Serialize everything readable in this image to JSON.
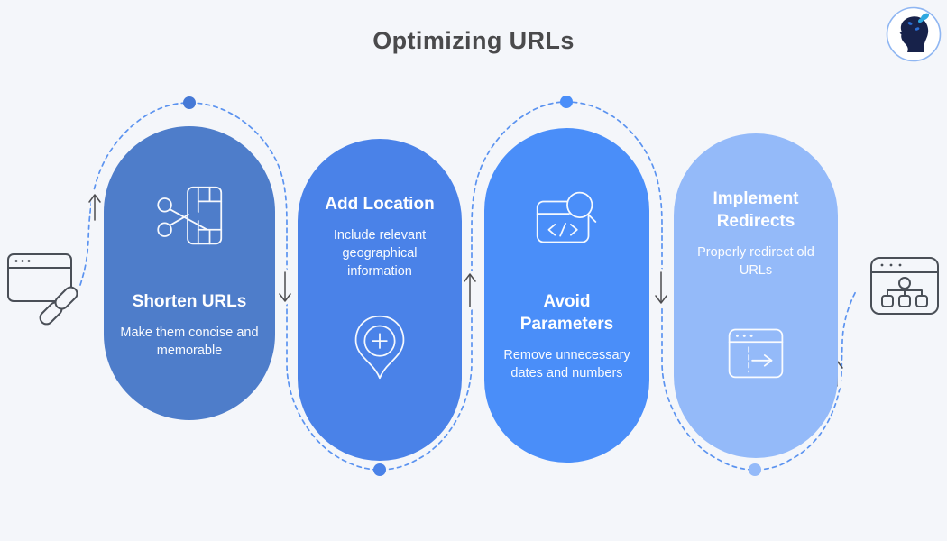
{
  "title": "Optimizing URLs",
  "background_color": "#f4f6fa",
  "connector": {
    "line_color": "#5b93f0",
    "arrow_color": "#4d4d50",
    "dot_colors": [
      "#4679d6",
      "#4a82e8",
      "#4a8ef9",
      "#94baf9"
    ]
  },
  "steps": [
    {
      "title": "Shorten URLs",
      "description": "Make them concise and memorable",
      "color": "#4e7dca",
      "icon": "scissors-ticket-icon",
      "icon_position": "top"
    },
    {
      "title": "Add Location",
      "description": "Include relevant geographical information",
      "color": "#4a82e8",
      "icon": "location-pin-plus-icon",
      "icon_position": "bottom"
    },
    {
      "title": "Avoid Parameters",
      "description": "Remove unnecessary dates and numbers",
      "color": "#4a8ef9",
      "icon": "browser-code-search-icon",
      "icon_position": "top"
    },
    {
      "title": "Implement Redirects",
      "description": "Properly redirect old URLs",
      "color": "#94baf9",
      "icon": "browser-redirect-arrow-icon",
      "icon_position": "bottom"
    }
  ],
  "side_icons": {
    "left": "browser-link-icon",
    "right": "browser-sitemap-icon"
  },
  "logo": {
    "name": "woman-butterfly-logo",
    "ring_color": "#8fb6f2",
    "silhouette_color": "#17224a",
    "butterfly_color": "#2fa8e0"
  }
}
